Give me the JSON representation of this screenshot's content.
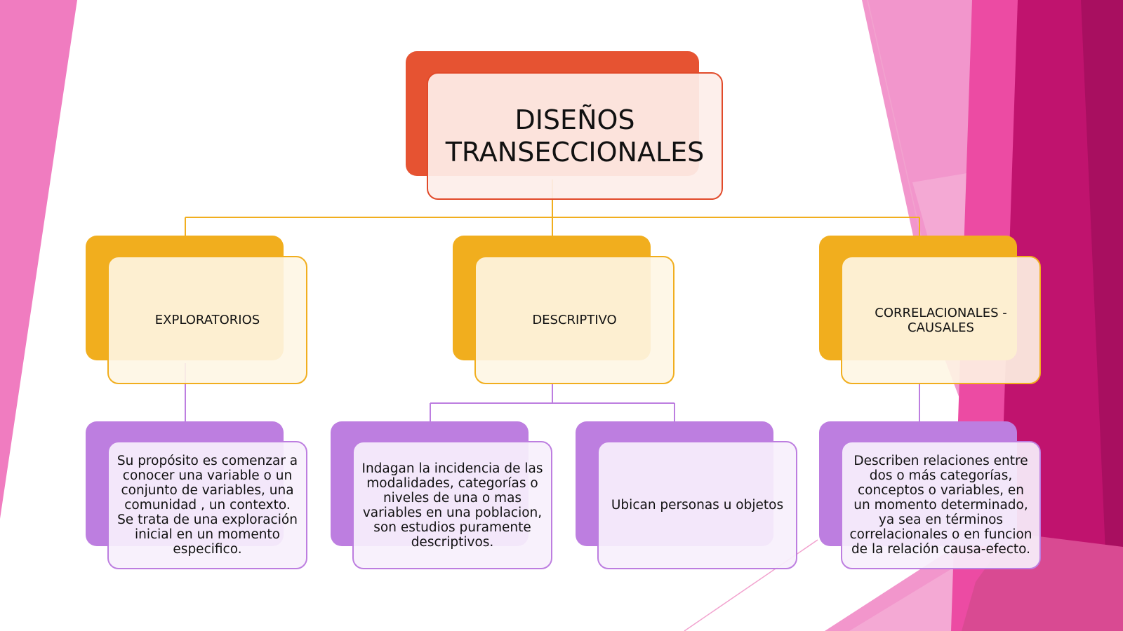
{
  "diagram": {
    "root": {
      "title": "DISEÑOS TRANSECCIONALES"
    },
    "categories": [
      {
        "label": "EXPLORATORIOS",
        "details": [
          "Su propósito es comenzar a conocer una variable o un conjunto de variables, una comunidad , un contexto. Se trata de una exploración inicial en un momento especifico."
        ]
      },
      {
        "label": "DESCRIPTIVO",
        "details": [
          "Indagan la incidencia de las modalidades, categorías o niveles de una o mas variables en una poblacion, son estudios puramente descriptivos.",
          "Ubican personas u objetos"
        ]
      },
      {
        "label": "CORRELACIONALES - CAUSALES",
        "details": [
          "Describen relaciones entre dos o más categorías, conceptos o variables, en un momento determinado, ya sea en términos correlacionales o en funcion de la relación causa-efecto."
        ]
      }
    ]
  },
  "colors": {
    "root_fill": "#e65332",
    "root_border": "#e14a2a",
    "category_fill": "#f1ae1e",
    "detail_fill": "#bd7ee0",
    "decoration_magenta": "#c0136e",
    "decoration_pink": "#ec4ba3",
    "decoration_light_pink": "#f48cc7"
  }
}
